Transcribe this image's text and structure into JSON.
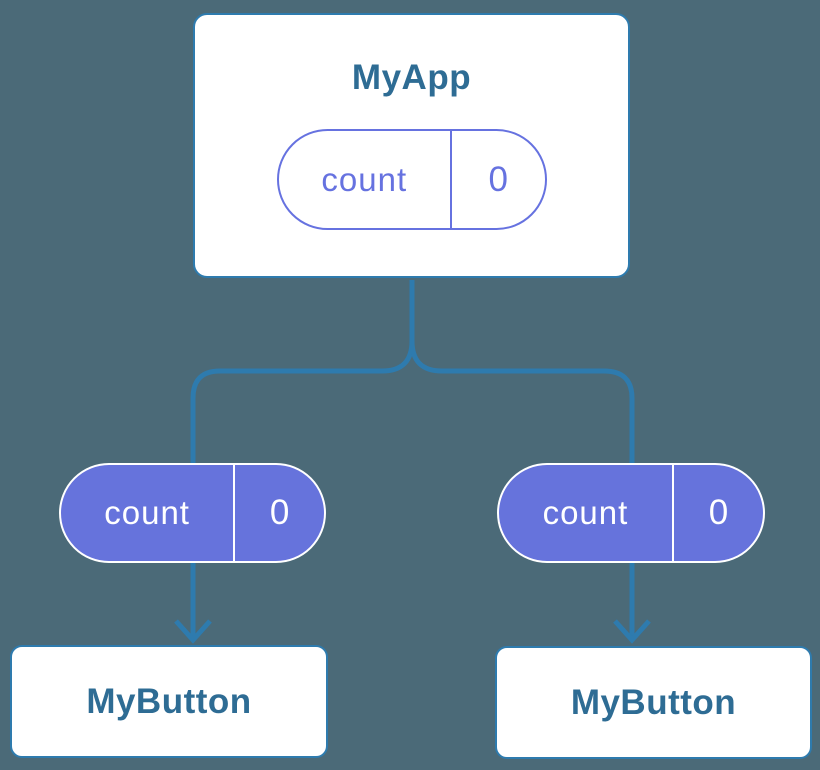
{
  "diagram": {
    "description": "React component tree sharing state",
    "background_color": "#4B6A78",
    "connector_color": "#2E7BAE",
    "node_title_color": "#2E6C94",
    "node_fill_color": "#FFFFFF",
    "node_border_color": "#2E7BAE",
    "pill_accent_color": "#6672E0",
    "pill_solid_fill_color": "#6673DC",
    "pill_solid_text_color": "#FFFFFF",
    "root": {
      "title": "MyApp",
      "state_pill": {
        "name": "count",
        "value": "0",
        "style": "outline"
      }
    },
    "children": [
      {
        "title": "MyButton",
        "prop_pill": {
          "name": "count",
          "value": "0",
          "style": "solid"
        }
      },
      {
        "title": "MyButton",
        "prop_pill": {
          "name": "count",
          "value": "0",
          "style": "solid"
        }
      }
    ]
  }
}
